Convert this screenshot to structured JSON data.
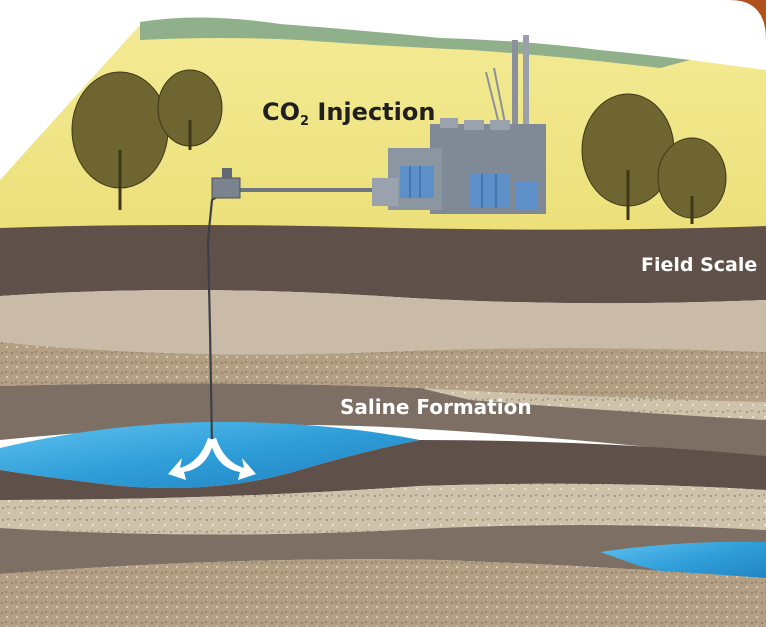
{
  "labels": {
    "injection": {
      "main": "CO",
      "sub": "2",
      "rest": " Injection"
    },
    "field_scale": "Field Scale",
    "saline_formation": "Saline Formation"
  },
  "colors": {
    "ground": "#f0e47f",
    "hills": "#8fb08a",
    "brown_band": "#5f5049",
    "light_sand": "#c9bba7",
    "speckled_sand": "#b3a084",
    "grey_brown": "#7d6f63",
    "water": "#2f9ed8",
    "frame_orange": "#b0521e",
    "building": "#7f8a96",
    "window": "#5d8fc8"
  },
  "icons": [
    "tree-icon",
    "power-plant-icon",
    "wellhead-icon",
    "flow-arrow-icon"
  ]
}
